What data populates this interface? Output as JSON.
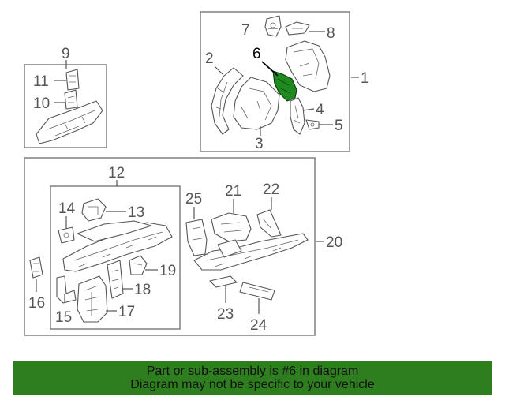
{
  "diagram": {
    "highlighted_part": "6",
    "callouts": [
      "1",
      "2",
      "3",
      "4",
      "5",
      "6",
      "7",
      "8",
      "9",
      "10",
      "11",
      "12",
      "13",
      "14",
      "15",
      "16",
      "17",
      "18",
      "19",
      "20",
      "21",
      "22",
      "23",
      "24",
      "25"
    ],
    "highlight_color": "#1f8a1f"
  },
  "banner": {
    "line1": "Part or sub-assembly is #6 in diagram",
    "line2": "Diagram may not be specific to your vehicle",
    "background": "#2e7d1e"
  }
}
